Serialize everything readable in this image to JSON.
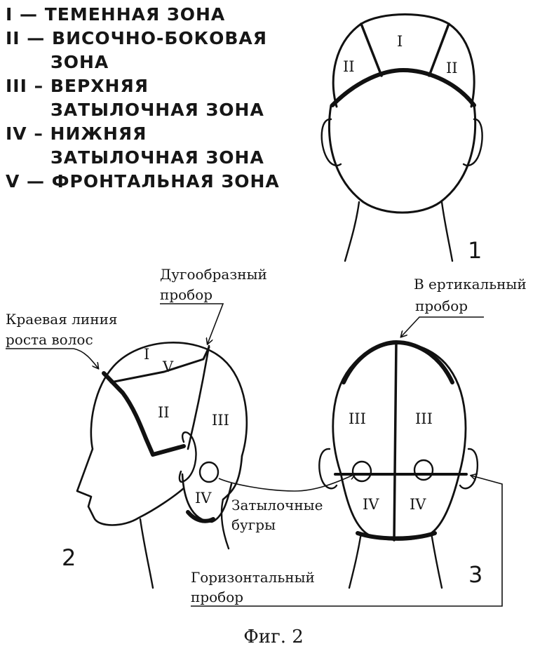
{
  "legend": {
    "line1": "I — ТЕМЕННАЯ ЗОНА",
    "line2": "II — ВИСОЧНО-БОКОВАЯ",
    "line2b": "ЗОНА",
    "line3": "III – ВЕРХНЯЯ",
    "line3b": "ЗАТЫЛОЧНАЯ ЗОНА",
    "line4": "IV – НИЖНЯЯ",
    "line4b": "ЗАТЫЛОЧНАЯ ЗОНА",
    "line5": "V — ФРОНТАЛЬНАЯ ЗОНА"
  },
  "figures": {
    "fig1": {
      "number": "1",
      "zone_i": "I",
      "zone_ii_left": "II",
      "zone_ii_right": "II"
    },
    "fig2": {
      "number": "2",
      "zone_i": "I",
      "zone_v": "V",
      "zone_ii": "II",
      "zone_iii": "III",
      "zone_iv": "IV"
    },
    "fig3": {
      "number": "3",
      "zone_iii_left": "III",
      "zone_iii_right": "III",
      "zone_iv_left": "IV",
      "zone_iv_right": "IV"
    }
  },
  "labels": {
    "arc_part_1": "Дугообразный",
    "arc_part_2": "пробор",
    "hairline_1": "Краевая линия",
    "hairline_2": "роста волос",
    "vertical_1": "В ертикальный",
    "vertical_2": "пробор",
    "occipital_1": "Затылочные",
    "occipital_2": "бугры",
    "horizontal_1": "Горизонтальный",
    "horizontal_2": "пробор"
  },
  "caption": "Фиг. 2"
}
